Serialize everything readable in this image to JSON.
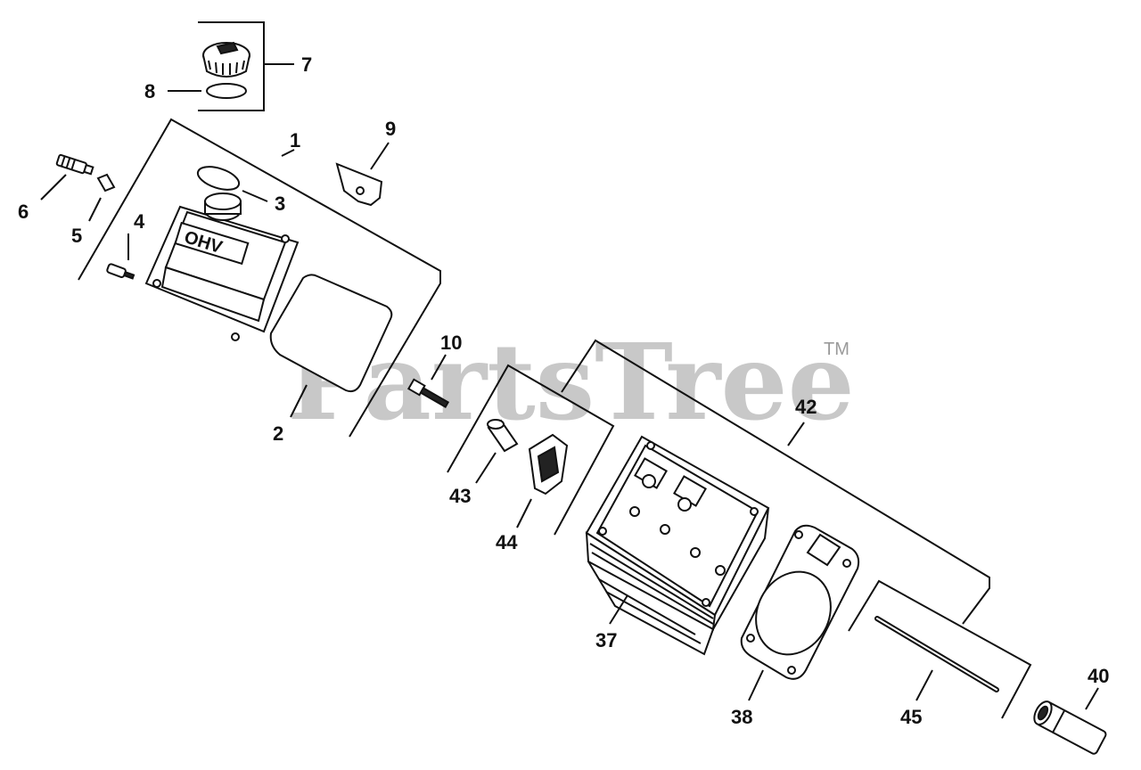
{
  "watermark": {
    "text": "PartsTree",
    "trademark": "TM"
  },
  "callouts": {
    "c1": "1",
    "c2": "2",
    "c3": "3",
    "c4": "4",
    "c5": "5",
    "c6": "6",
    "c7": "7",
    "c8": "8",
    "c9": "9",
    "c10": "10",
    "c37": "37",
    "c38": "38",
    "c40": "40",
    "c42": "42",
    "c43": "43",
    "c44": "44",
    "c45": "45"
  },
  "valve_cover_text": "OHV"
}
